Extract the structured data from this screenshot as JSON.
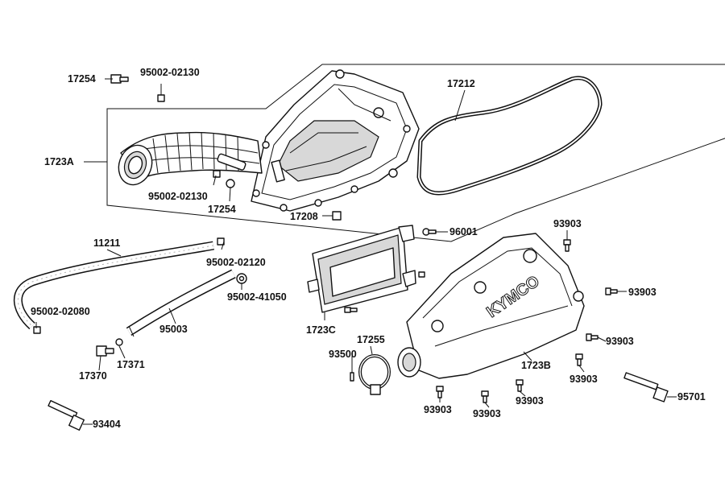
{
  "brand_mark": "KYMCO",
  "callouts": [
    {
      "id": "c1",
      "text": "17254"
    },
    {
      "id": "c2",
      "text": "95002-02130"
    },
    {
      "id": "c3",
      "text": "17212"
    },
    {
      "id": "c4",
      "text": "1723A"
    },
    {
      "id": "c5",
      "text": "95002-02130"
    },
    {
      "id": "c6",
      "text": "17254"
    },
    {
      "id": "c7",
      "text": "17208"
    },
    {
      "id": "c8",
      "text": "96001"
    },
    {
      "id": "c9",
      "text": "93903"
    },
    {
      "id": "c10",
      "text": "11211"
    },
    {
      "id": "c11",
      "text": "95002-02120"
    },
    {
      "id": "c12",
      "text": "95002-41050"
    },
    {
      "id": "c13",
      "text": "93903"
    },
    {
      "id": "c14",
      "text": "95002-02080"
    },
    {
      "id": "c15",
      "text": "95003"
    },
    {
      "id": "c16",
      "text": "1723C"
    },
    {
      "id": "c17",
      "text": "93903"
    },
    {
      "id": "c18",
      "text": "17255"
    },
    {
      "id": "c19",
      "text": "93500"
    },
    {
      "id": "c20",
      "text": "1723B"
    },
    {
      "id": "c21",
      "text": "17370"
    },
    {
      "id": "c22",
      "text": "17371"
    },
    {
      "id": "c23",
      "text": "93903"
    },
    {
      "id": "c24",
      "text": "93903"
    },
    {
      "id": "c25",
      "text": "93903"
    },
    {
      "id": "c26",
      "text": "93903"
    },
    {
      "id": "c27",
      "text": "95701"
    },
    {
      "id": "c28",
      "text": "93404"
    }
  ]
}
